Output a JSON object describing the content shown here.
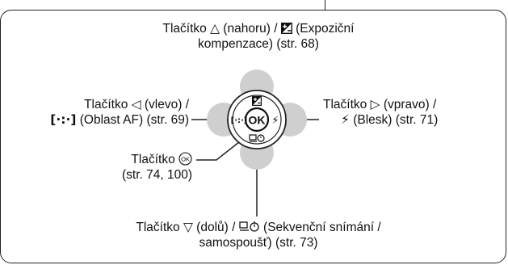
{
  "top": {
    "line1_pre": "Tlačítko",
    "line1_mid": "(nahoru) /",
    "line1_post": "(Expoziční",
    "line2": "kompenzace) (str. 68)"
  },
  "left": {
    "line1_pre": "Tlačítko",
    "line1_post": "(vlevo) /",
    "line2_icon": "[·:·]",
    "line2": "(Oblast AF) (str. 69)"
  },
  "right": {
    "line1_pre": "Tlačítko",
    "line1_post": "(vpravo) /",
    "line2": "(Blesk) (str. 71)"
  },
  "ok": {
    "line1_pre": "Tlačítko",
    "line2": "(str. 74, 100)",
    "badge": "OK"
  },
  "bottom": {
    "line1_pre": "Tlačítko",
    "line1_mid": "(dolů) /",
    "line1_post": "(Sekvenční snímání /",
    "line2": "samospoušť) (str. 73)"
  },
  "dial": {
    "center_label": "OK",
    "left_icon": "[·:·]",
    "right_icon": "⚡"
  }
}
